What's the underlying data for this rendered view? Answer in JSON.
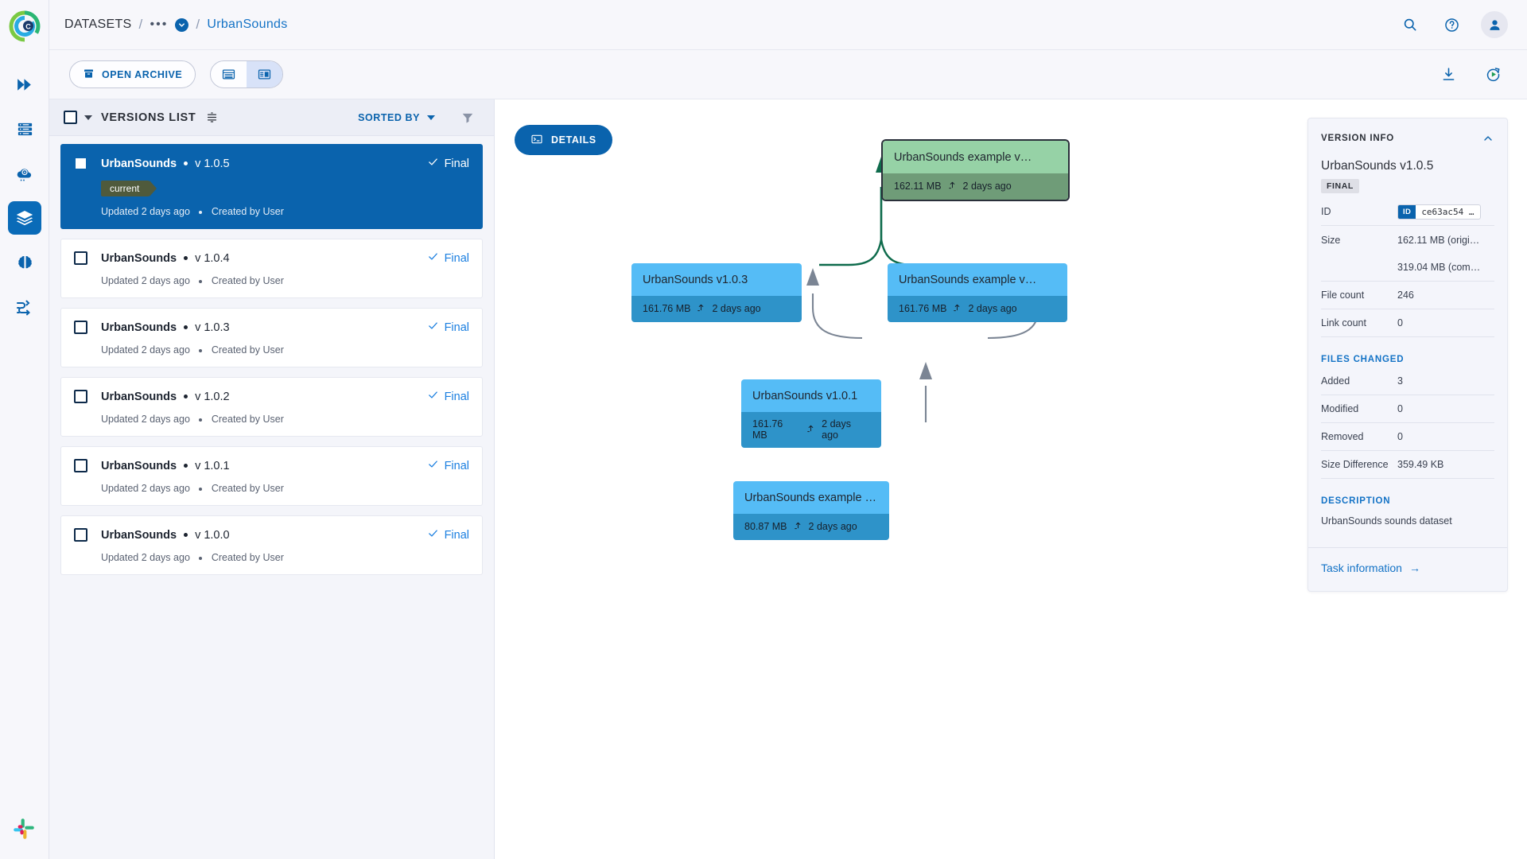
{
  "app": {
    "logo_icon": "clearml-c-logo",
    "slack_icon": "slack-icon"
  },
  "header": {
    "breadcrumb": {
      "root": "DATASETS",
      "separator": "/",
      "dots": "•••",
      "chevron_icon": "chevron-down-circle-icon",
      "current": "UrbanSounds"
    },
    "actions": {
      "search_icon": "search-icon",
      "help_icon": "help-circle-icon",
      "avatar_icon": "user-avatar-icon"
    }
  },
  "toolbar": {
    "open_archive_label": "OPEN ARCHIVE",
    "archive_icon": "archive-box-icon",
    "view_list_icon": "list-view-icon",
    "view_split_icon": "split-view-icon",
    "active_view": "split",
    "download_icon": "download-icon",
    "refresh_icon": "auto-refresh-icon"
  },
  "sidebar_rail": {
    "items": [
      {
        "icon": "double-chevron-right-icon",
        "name": "pipelines",
        "active": false
      },
      {
        "icon": "server-rack-icon",
        "name": "workers-queues",
        "active": false
      },
      {
        "icon": "cloud-gear-icon",
        "name": "applications",
        "active": false
      },
      {
        "icon": "layers-stack-icon",
        "name": "datasets",
        "active": true
      },
      {
        "icon": "brain-icon",
        "name": "models",
        "active": false
      },
      {
        "icon": "workflow-path-icon",
        "name": "orchestration",
        "active": false
      }
    ]
  },
  "versions_panel": {
    "header": {
      "select_all_checkbox": "",
      "caret_icon": "caret-down-icon",
      "title": "VERSIONS LIST",
      "sort_icon": "sort-settings-icon",
      "sorted_by_label": "SORTED BY",
      "sorted_by_caret_icon": "caret-down-icon",
      "filter_icon": "filter-icon"
    },
    "items": [
      {
        "name": "UrbanSounds",
        "version": "v 1.0.5",
        "status": "Final",
        "status_icon": "check-icon",
        "badge": "current",
        "meta_updated": "Updated 2 days ago",
        "meta_created": "Created by User",
        "selected": true
      },
      {
        "name": "UrbanSounds",
        "version": "v 1.0.4",
        "status": "Final",
        "status_icon": "check-icon",
        "badge": null,
        "meta_updated": "Updated 2 days ago",
        "meta_created": "Created by User",
        "selected": false
      },
      {
        "name": "UrbanSounds",
        "version": "v 1.0.3",
        "status": "Final",
        "status_icon": "check-icon",
        "badge": null,
        "meta_updated": "Updated 2 days ago",
        "meta_created": "Created by User",
        "selected": false
      },
      {
        "name": "UrbanSounds",
        "version": "v 1.0.2",
        "status": "Final",
        "status_icon": "check-icon",
        "badge": null,
        "meta_updated": "Updated 2 days ago",
        "meta_created": "Created by User",
        "selected": false
      },
      {
        "name": "UrbanSounds",
        "version": "v 1.0.1",
        "status": "Final",
        "status_icon": "check-icon",
        "badge": null,
        "meta_updated": "Updated 2 days ago",
        "meta_created": "Created by User",
        "selected": false
      },
      {
        "name": "UrbanSounds",
        "version": "v 1.0.0",
        "status": "Final",
        "status_icon": "check-icon",
        "badge": null,
        "meta_updated": "Updated 2 days ago",
        "meta_created": "Created by User",
        "selected": false
      }
    ]
  },
  "graph": {
    "details_button": "DETAILS",
    "details_icon": "terminal-icon",
    "upload_icon": "upload-arrow-icon",
    "nodes": [
      {
        "id": "n105",
        "title": "UrbanSounds example v…",
        "size": "162.11 MB",
        "time": "2 days ago",
        "color": "green",
        "selected": true
      },
      {
        "id": "n103",
        "title": "UrbanSounds v1.0.3",
        "size": "161.76 MB",
        "time": "2 days ago",
        "color": "blue",
        "selected": false
      },
      {
        "id": "n104",
        "title": "UrbanSounds example v…",
        "size": "161.76 MB",
        "time": "2 days ago",
        "color": "blue",
        "selected": false
      },
      {
        "id": "n101",
        "title": "UrbanSounds v1.0.1",
        "size": "161.76 MB",
        "time": "2 days ago",
        "color": "blue",
        "selected": false
      },
      {
        "id": "n100",
        "title": "UrbanSounds example v…",
        "size": "80.87 MB",
        "time": "2 days ago",
        "color": "blue",
        "selected": false
      }
    ],
    "edge_colors": {
      "grey": "#7b8594",
      "green": "#0e6b4c"
    }
  },
  "info_panel": {
    "title": "VERSION INFO",
    "collapse_icon": "chevron-up-icon",
    "version_name": "UrbanSounds v1.0.5",
    "status_badge": "FINAL",
    "rows": [
      {
        "key": "ID",
        "value": "ce63ac54 …",
        "type": "id-chip",
        "chip_tag": "ID"
      },
      {
        "key": "Size",
        "value": "162.11 MB (origi…",
        "type": "text"
      },
      {
        "key": "",
        "value": "319.04 MB (com…",
        "type": "text"
      },
      {
        "key": "File count",
        "value": "246",
        "type": "text"
      },
      {
        "key": "Link count",
        "value": "0",
        "type": "text"
      }
    ],
    "files_changed_title": "FILES CHANGED",
    "files_changed_rows": [
      {
        "key": "Added",
        "value": "3"
      },
      {
        "key": "Modified",
        "value": "0"
      },
      {
        "key": "Removed",
        "value": "0"
      },
      {
        "key": "Size Difference",
        "value": "359.49 KB"
      }
    ],
    "description_title": "DESCRIPTION",
    "description_text": "UrbanSounds sounds dataset",
    "task_link": "Task information",
    "task_link_arrow": "→"
  },
  "colors": {
    "accent": "#0a63ad",
    "link": "#1473c6",
    "node_blue_top": "#55bcf6",
    "node_blue_bottom": "#2e93c9",
    "node_green_top": "#96d2a6",
    "node_green_bottom": "#6f9c78",
    "badge_current": "#4f5a3c"
  }
}
